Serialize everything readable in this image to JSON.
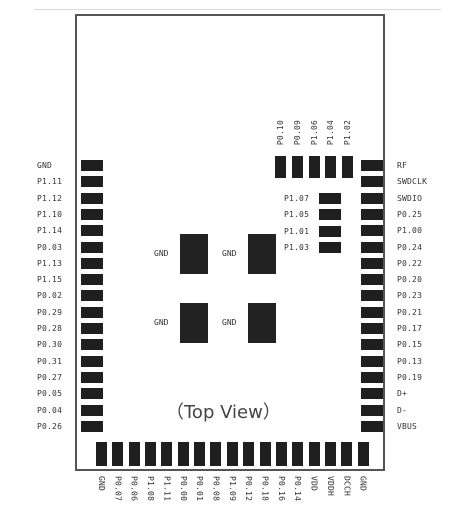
{
  "view_caption": "（Top View）",
  "left_pins": [
    "GND",
    "P1.11",
    "P1.12",
    "P1.10",
    "P1.14",
    "P0.03",
    "P1.13",
    "P1.15",
    "P0.02",
    "P0.29",
    "P0.28",
    "P0.30",
    "P0.31",
    "P0.27",
    "P0.05",
    "P0.04",
    "P0.26"
  ],
  "right_pins": [
    "RF",
    "SWDCLK",
    "SWDIO",
    "P0.25",
    "P1.00",
    "P0.24",
    "P0.22",
    "P0.20",
    "P0.23",
    "P0.21",
    "P0.17",
    "P0.15",
    "P0.13",
    "P0.19",
    "D+",
    "D-",
    "VBUS"
  ],
  "bottom_pins": [
    "GND",
    "P0.07",
    "P0.06",
    "P1.08",
    "P1.11",
    "P0.00",
    "P0.01",
    "P0.08",
    "P1.09",
    "P0.12",
    "P0.18",
    "P0.16",
    "P0.14",
    "VDD",
    "VDDH",
    "DCCH",
    "GND"
  ],
  "top_pins": [
    "P0.10",
    "P0.09",
    "P1.06",
    "P1.04",
    "P1.02"
  ],
  "inner_pins": [
    "P1.07",
    "P1.05",
    "P1.01",
    "P1.03"
  ],
  "center_gnd_label": "GND"
}
